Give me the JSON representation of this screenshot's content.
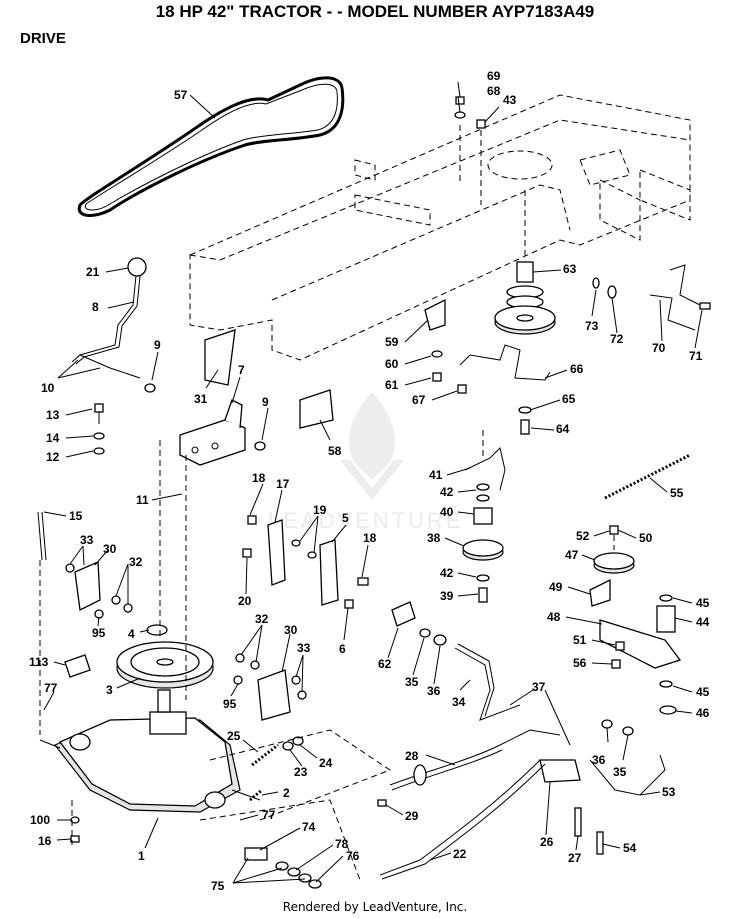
{
  "header": {
    "title": "18 HP 42\" TRACTOR - - MODEL NUMBER AYP7183A49",
    "section": "DRIVE"
  },
  "footer": {
    "text": "Rendered by LeadVenture, Inc."
  },
  "watermark": {
    "text": "LEADVENTURE"
  },
  "callouts": [
    "57",
    "69",
    "68",
    "43",
    "63",
    "73",
    "72",
    "70",
    "71",
    "21",
    "8",
    "59",
    "60",
    "61",
    "67",
    "66",
    "65",
    "64",
    "9",
    "10",
    "31",
    "7",
    "13",
    "14",
    "12",
    "58",
    "41",
    "42",
    "40",
    "38",
    "39",
    "55",
    "52",
    "50",
    "47",
    "49",
    "45",
    "44",
    "48",
    "51",
    "56",
    "46",
    "11",
    "18",
    "17",
    "19",
    "5",
    "20",
    "6",
    "15",
    "33",
    "30",
    "32",
    "95",
    "4",
    "113",
    "3",
    "62",
    "35",
    "36",
    "34",
    "37",
    "77",
    "25",
    "23",
    "24",
    "2",
    "28",
    "29",
    "26",
    "27",
    "54",
    "53",
    "22",
    "100",
    "16",
    "1",
    "74",
    "78",
    "76",
    "75"
  ]
}
